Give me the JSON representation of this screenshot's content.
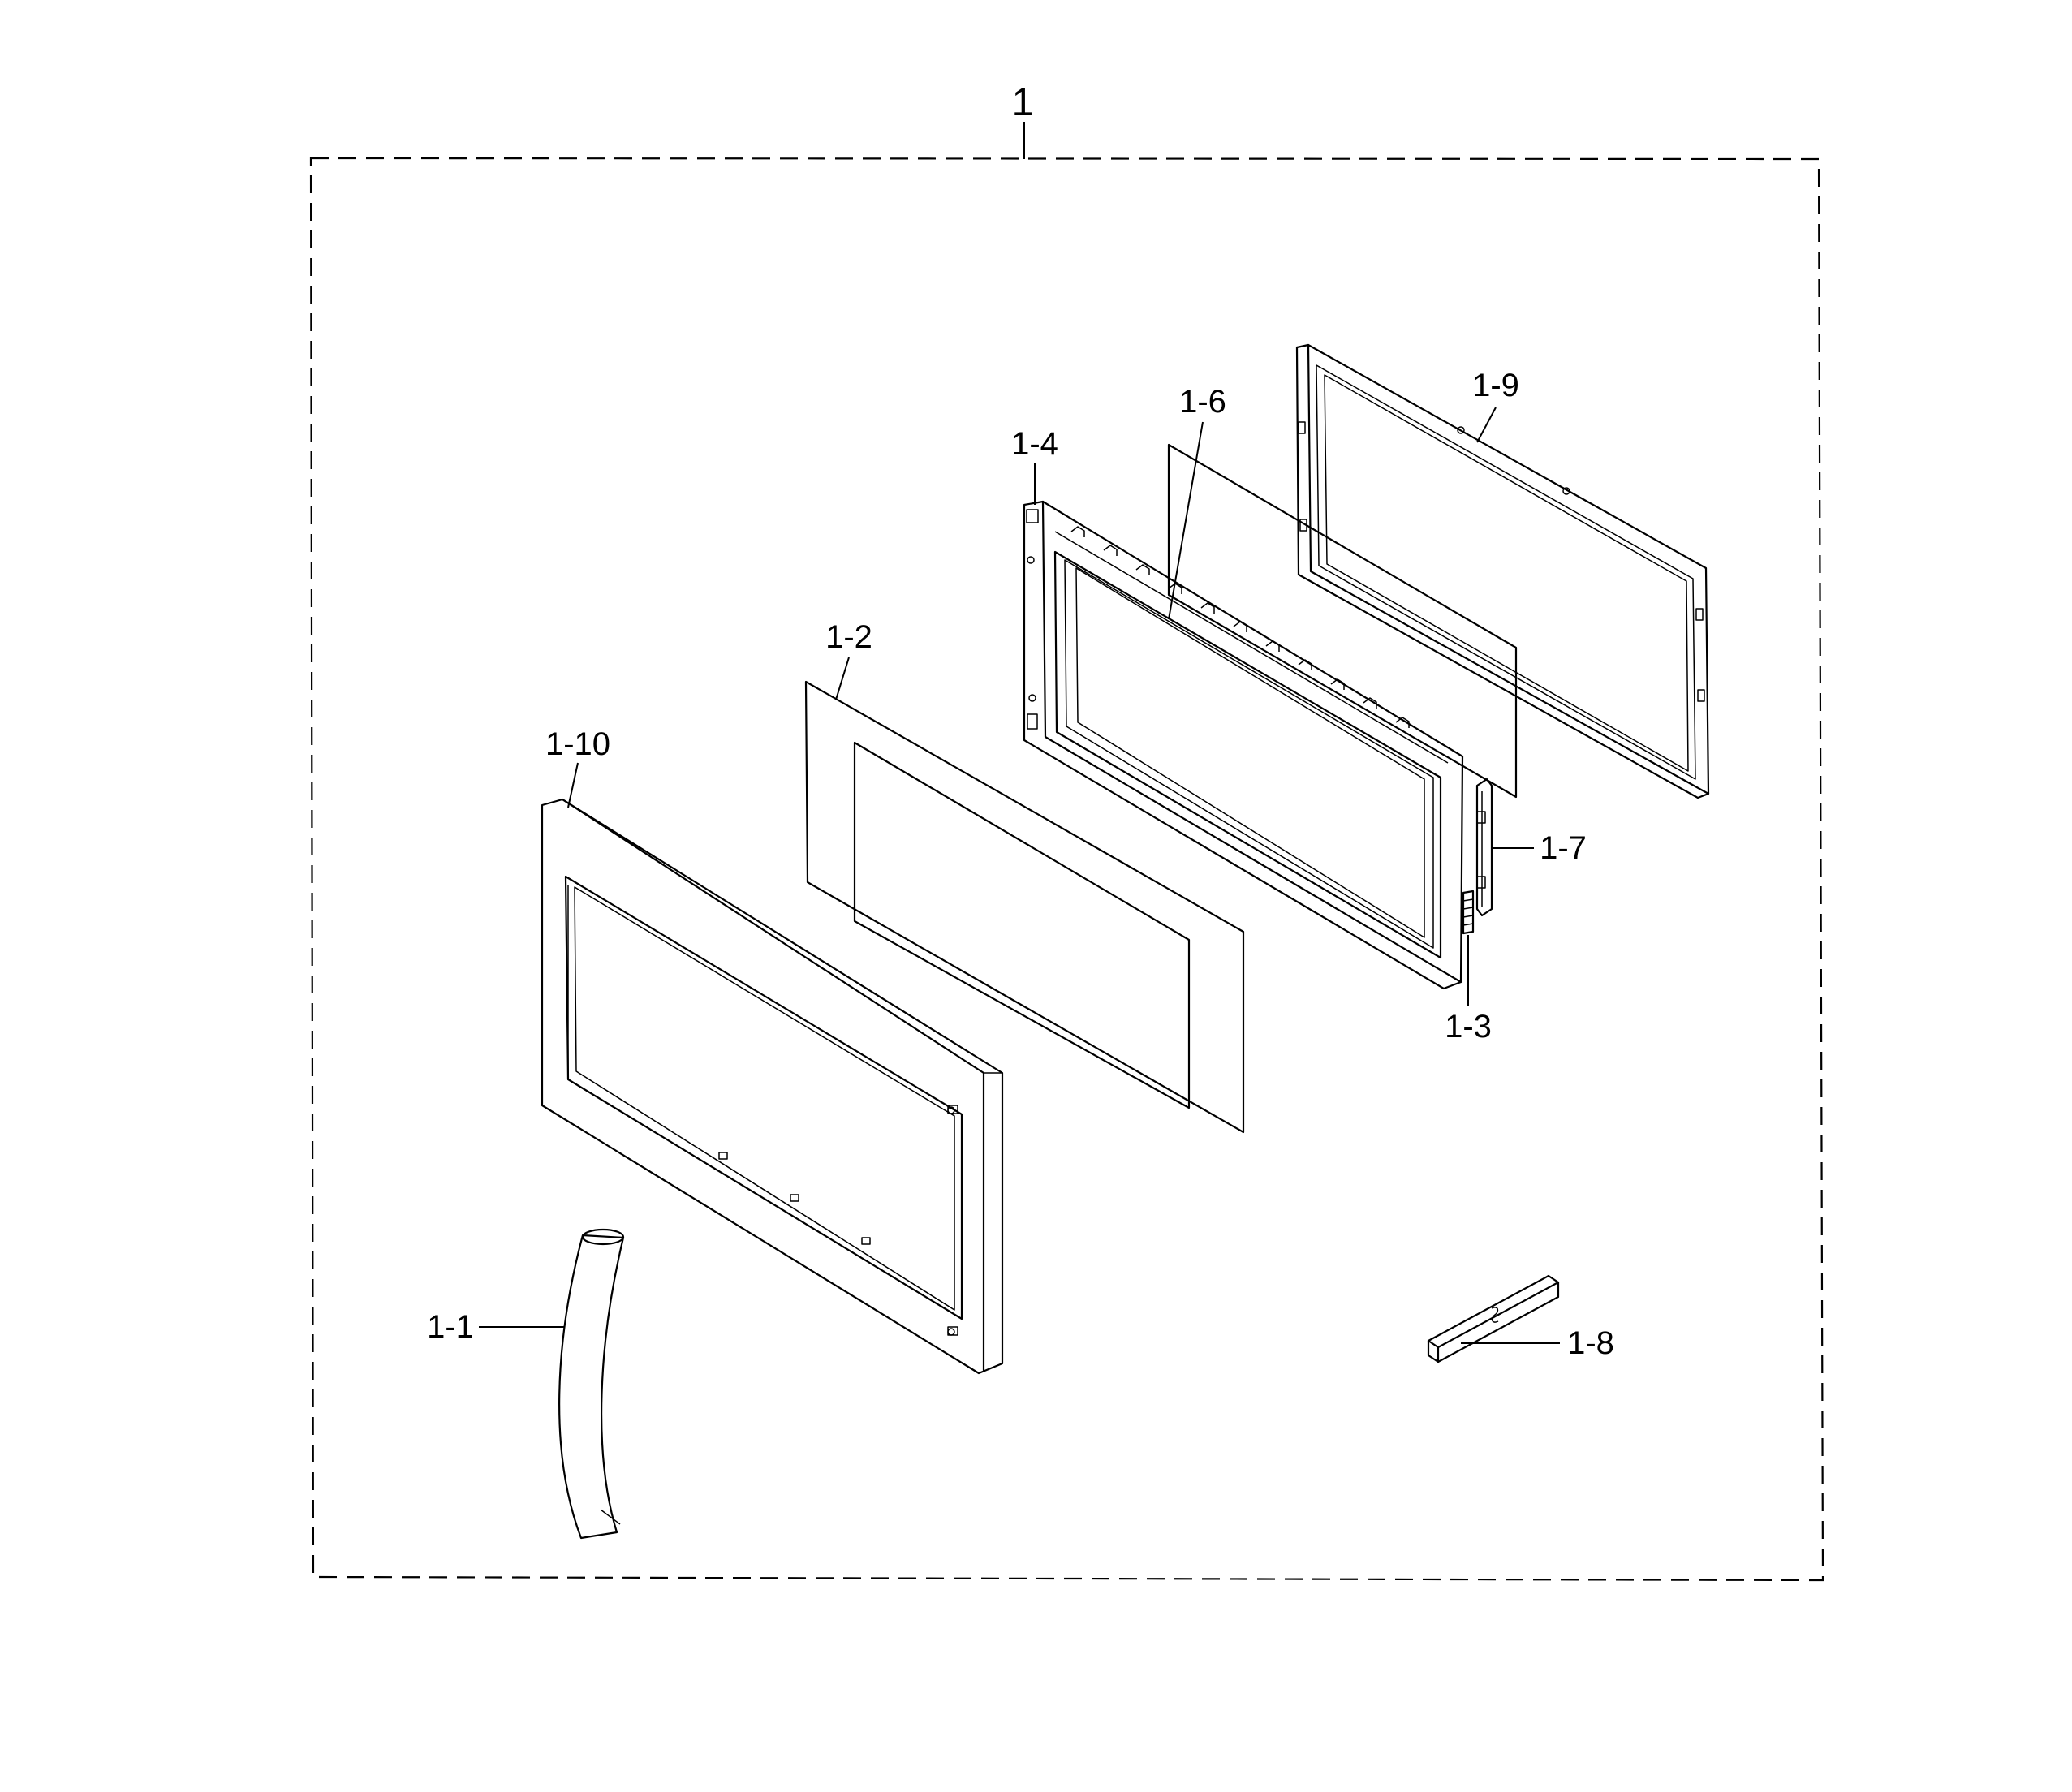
{
  "assembly": {
    "label": "1"
  },
  "parts": [
    {
      "id": "1-1",
      "label": "1-1"
    },
    {
      "id": "1-2",
      "label": "1-2"
    },
    {
      "id": "1-3",
      "label": "1-3"
    },
    {
      "id": "1-4",
      "label": "1-4"
    },
    {
      "id": "1-6",
      "label": "1-6"
    },
    {
      "id": "1-7",
      "label": "1-7"
    },
    {
      "id": "1-8",
      "label": "1-8"
    },
    {
      "id": "1-9",
      "label": "1-9"
    },
    {
      "id": "1-10",
      "label": "1-10"
    }
  ]
}
